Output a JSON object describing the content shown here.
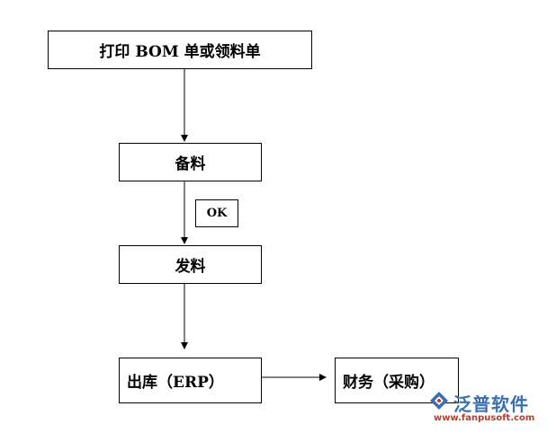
{
  "nodes": {
    "print": "打印 BOM 单或领料单",
    "prepare": "备料",
    "ok": "OK",
    "issue": "发料",
    "outbound": "出库（ERP）",
    "finance": "财务（采购）"
  },
  "logo": {
    "name": "泛普软件",
    "url": "www.fanpusoft.com"
  },
  "colors": {
    "line": "#000000",
    "logo_blue": "#3a6fb2",
    "logo_red": "#c0392b"
  }
}
